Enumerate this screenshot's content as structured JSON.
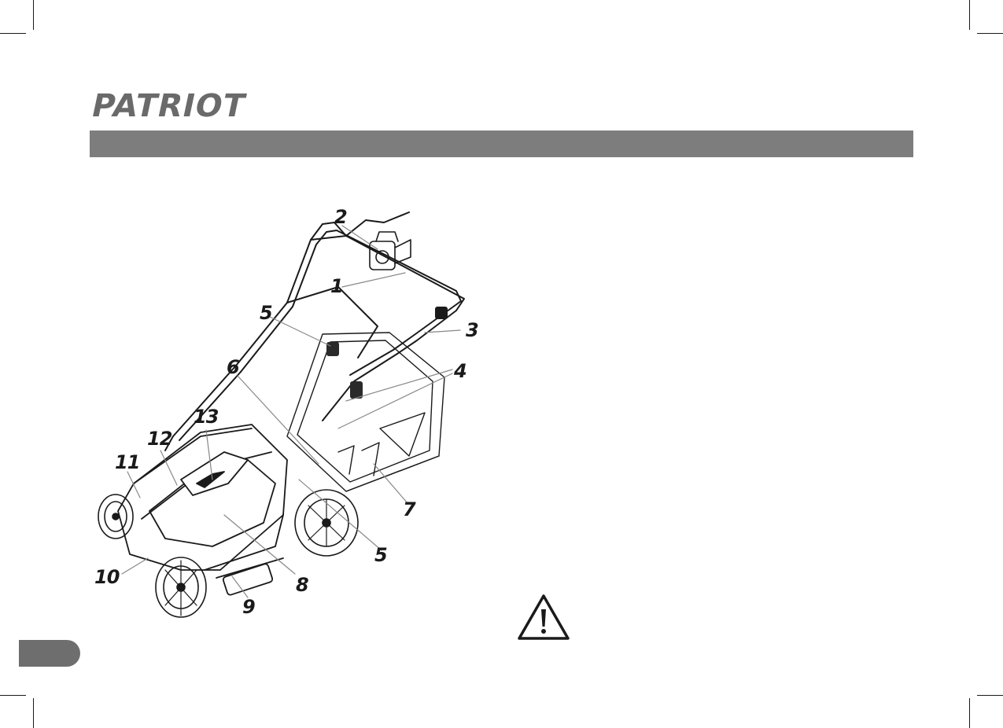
{
  "brand": {
    "logo_text": "PATRIOT"
  },
  "figure": {
    "callouts": [
      "1",
      "2",
      "3",
      "4",
      "5",
      "6",
      "7",
      "8",
      "9",
      "10",
      "11",
      "12",
      "13",
      "5"
    ]
  },
  "icons": {
    "warning": "warning-triangle-icon"
  },
  "colors": {
    "band": "#7d7d7d",
    "page_tab": "#6e6e6e",
    "logo": "#6a6a6a",
    "ink": "#1a1a1a"
  }
}
